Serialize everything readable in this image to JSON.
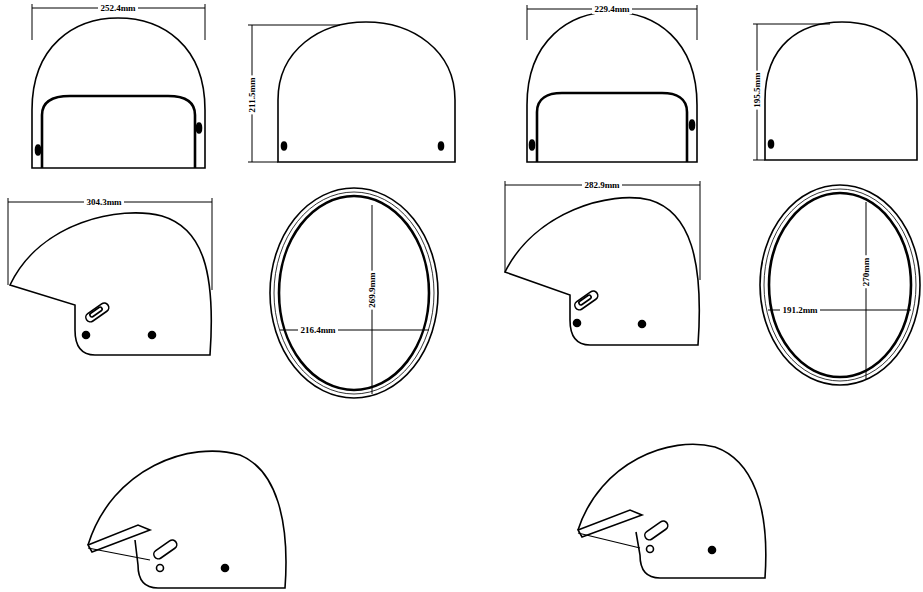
{
  "diagram": {
    "labels": [
      "252.4mm",
      "211.5mm",
      "304.3mm",
      "269.9mm",
      "216.4mm",
      "229.4mm",
      "195.5mm",
      "282.9mm",
      "270mm",
      "191.2mm"
    ]
  }
}
